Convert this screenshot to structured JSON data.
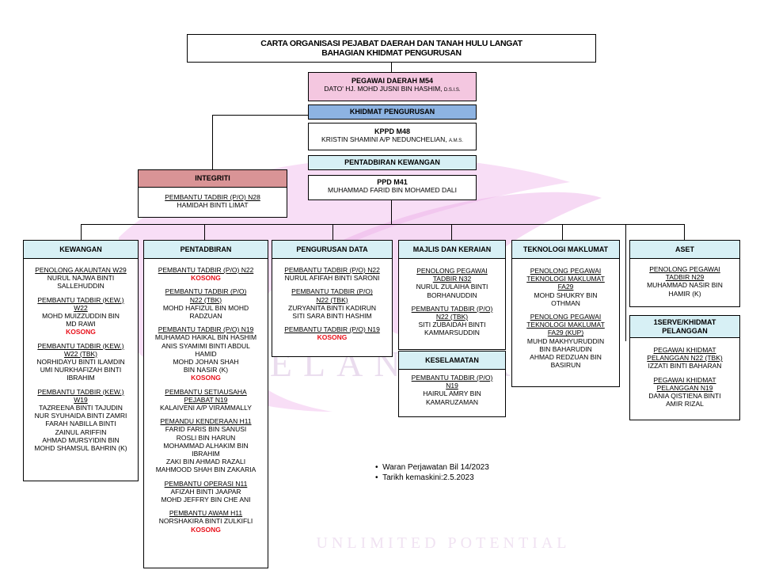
{
  "title": {
    "line1": "CARTA ORGANISASI PEJABAT DAERAH DAN TANAH HULU LANGAT",
    "line2": "BAHAGIAN KHIDMAT PENGURUSAN"
  },
  "colors": {
    "pink": "#f4c7e0",
    "blue": "#8db3e2",
    "cyan": "#d7f0f5",
    "rose": "#d99496",
    "red": "#e8101a"
  },
  "top": {
    "pegawai_daerah": {
      "title": "PEGAWAI DAERAH M54",
      "name": "DATO' HJ. MOHD JUSNI BIN HASHIM, ",
      "honor": "D.S.I.S."
    },
    "khidmat": "KHIDMAT PENGURUSAN",
    "kppd": {
      "title": "KPPD M48",
      "name": "KRISTIN SHAMINI A/P NEDUNCHELIAN, ",
      "honor": "A.M.S."
    },
    "pentadbiran_kewangan": "PENTADBIRAN KEWANGAN",
    "ppd": {
      "title": "PPD M41",
      "name": "MUHAMMAD FARID BIN MOHAMED DALI"
    }
  },
  "integriti": {
    "title": "INTEGRITI",
    "post": "PEMBANTU TADBIR (P/O) N28",
    "name": "HAMIDAH BINTI LIMAT"
  },
  "kewangan": {
    "title": "KEWANGAN",
    "g1": {
      "post": "PENOLONG  AKAUNTAN W29",
      "names": [
        "NURUL NAJWA BINTI",
        "SALLEHUDDIN"
      ]
    },
    "g2": {
      "post": [
        "PEMBANTU TADBIR (KEW.)",
        "W22"
      ],
      "names": [
        "MOHD MUIZZUDDIN BIN",
        "MD RAWI"
      ],
      "kosong": "KOSONG"
    },
    "g3": {
      "post": [
        "PEMBANTU TADBIR (KEW.)",
        "W22 (TBK)"
      ],
      "names": [
        "NORHIDAYU BINTI ILAMDIN",
        "UMI NURKHAFIZAH BINTI",
        "IBRAHIM"
      ]
    },
    "g4": {
      "post": [
        "PEMBANTU TADBIR (KEW.)",
        "W19"
      ],
      "names": [
        "TAZREENA BINTI TAJUDIN",
        "NUR SYUHAIDA BINTI ZAMRI",
        "FARAH NABILLA  BINTI",
        "ZAINUL ARIFFIN",
        "AHMAD MURSYIDIN BIN",
        "MOHD SHAMSUL BAHRIN (K)"
      ]
    }
  },
  "pentadbiran": {
    "title": "PENTADBIRAN",
    "g1": {
      "post": "PEMBANTU TADBIR (P/O) N22",
      "kosong": "KOSONG"
    },
    "g2": {
      "post": [
        "PEMBANTU TADBIR (P/O)",
        "N22 (TBK)"
      ],
      "names": [
        "MOHD HAFIZUL BIN  MOHD",
        "RADZUAN"
      ]
    },
    "g3": {
      "post": "PEMBANTU TADBIR (P/O) N19",
      "names": [
        "MUHAMAD HAIKAL BIN HASHIM",
        "ANIS SYAMIMI BINTI  ABDUL",
        "HAMID",
        "MOHD JOHAN SHAH",
        "BIN NASIR (K)"
      ],
      "kosong": "KOSONG"
    },
    "g4": {
      "post": [
        "PEMBANTU SETIAUSAHA",
        "PEJABAT N19"
      ],
      "names": [
        "KALAIVENI  A/P VIRAMMALLY"
      ]
    },
    "g5": {
      "post": "PEMANDU KENDERAAN H11",
      "names": [
        "FARID FARIS BIN SANUSI",
        "ROSLI BIN HARUN",
        "MOHAMMAD ALHAKIM BIN",
        "IBRAHIM",
        "ZAKI BIN AHMAD RAZALI",
        "MAHMOOD SHAH BIN ZAKARIA"
      ]
    },
    "g6": {
      "post": "PEMBANTU OPERASI N11",
      "names": [
        "AFIZAH BINTI JAAPAR",
        "MOHD JEFFRY BIN CHE ANI"
      ]
    },
    "g7": {
      "post": "PEMBANTU AWAM H11",
      "names": [
        "NORSHAKIRA BINTI ZULKIFLI"
      ],
      "kosong": "KOSONG"
    }
  },
  "pengurusan_data": {
    "title": "PENGURUSAN DATA",
    "g1": {
      "post": "PEMBANTU TADBIR (P/O) N22",
      "names": [
        "NURUL AFIFAH BINTI SARONI"
      ]
    },
    "g2": {
      "post": [
        "PEMBANTU TADBIR (P/O)",
        "N22 (TBK)"
      ],
      "names": [
        "ZURYANITA BINTI  KADIRUN",
        "SITI  SARA BINTI HASHIM"
      ]
    },
    "g3": {
      "post": "PEMBANTU TADBIR (P/O) N19",
      "kosong": "KOSONG"
    }
  },
  "majlis": {
    "title": "MAJLIS  DAN  KERAIAN",
    "g1": {
      "post": [
        "PENOLONG PEGAWAI",
        "TADBIR N32"
      ],
      "names": [
        "NURUL ZULAIHA BINTI",
        "BORHANUDDIN"
      ]
    },
    "g2": {
      "post": [
        "PEMBANTU TADBIR (P/O)",
        "N22 (TBK)"
      ],
      "names": [
        "SITI  ZUBAIDAH BINTI",
        "KAMMARSUDDIN"
      ]
    }
  },
  "keselamatan": {
    "title": "KESELAMATAN",
    "g1": {
      "post": [
        "PEMBANTU TADBIR (P/O)",
        "N19"
      ],
      "names": [
        "HAIRUL AMRY BIN",
        "KAMARUZAMAN"
      ]
    }
  },
  "teknologi": {
    "title": "TEKNOLOGI MAKLUMAT",
    "g1": {
      "post": [
        "PENOLONG PEGAWAI",
        "TEKNOLOGI MAKLUMAT",
        "FA29"
      ],
      "names": [
        "MOHD SHUKRY BIN",
        "OTHMAN"
      ]
    },
    "g2": {
      "post": [
        "PENOLONG PEGAWAI",
        "TEKNOLOGI MAKLUMAT",
        "FA29 (KUP)"
      ],
      "names": [
        "MUHD MAKHYURUDDIN",
        "BIN BAHARUDIN",
        "AHMAD REDZUAN BIN",
        "BASIRUN"
      ]
    }
  },
  "aset": {
    "title": "ASET",
    "g1": {
      "post": [
        "PENOLONG PEGAWAI",
        "TADBIR N29"
      ],
      "names": [
        "MUHAMMAD NASIR BIN",
        "HAMIR (K)"
      ]
    }
  },
  "iserve": {
    "title": [
      "1SERVE/KHIDMAT",
      "PELANGGAN"
    ],
    "g1": {
      "post": [
        "PEGAWAI KHIDMAT",
        "PELANGGAN N22 (TBK)"
      ],
      "names": [
        "IZZATI BINTI BAHARAN"
      ]
    },
    "g2": {
      "post": [
        "PEGAWAI KHIDMAT",
        "PELANGGAN N19"
      ],
      "names": [
        "DANIA QISTIENA BINTI",
        "AMIR RIZAL"
      ]
    }
  },
  "notes": [
    "Waran Perjawatan Bil 14/2023",
    "Tarikh kemaskini:2.5.2023"
  ],
  "watermark": {
    "text1": "SELANGOR",
    "text2": "UNLIMITED POTENTIAL"
  }
}
